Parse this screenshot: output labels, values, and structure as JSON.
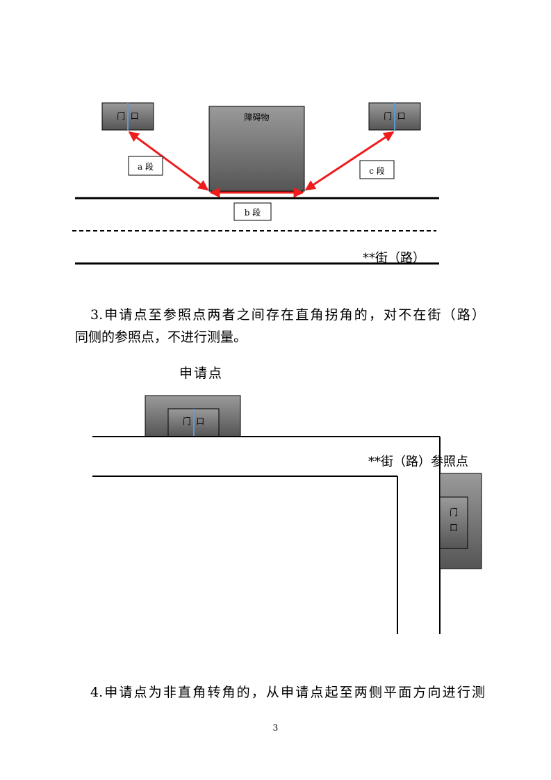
{
  "diagram1": {
    "door_left": "门  口",
    "door_right": "门  口",
    "obstacle": "障碍物",
    "seg_a": "a 段",
    "seg_b": "b 段",
    "seg_c": "c 段",
    "street": "**街（路）",
    "colors": {
      "arrow": "#ee1c1c",
      "door_line": "#5b9bd5",
      "box_top": "#888888",
      "box_bottom": "#555555"
    }
  },
  "paragraph3": {
    "line1": "3.申请点至参照点两者之间存在直角拐角的，对不在街（路）",
    "line2": "同侧的参照点，不进行测量。"
  },
  "diagram2": {
    "applicant_label": "申请点",
    "door_top": "门  口",
    "street_ref": "**街（路）参照点",
    "door_side_1": "门",
    "door_side_2": "口"
  },
  "paragraph4": {
    "line1": "4.申请点为非直角转角的，从申请点起至两侧平面方向进行测"
  },
  "footer": {
    "page_number": "3"
  }
}
